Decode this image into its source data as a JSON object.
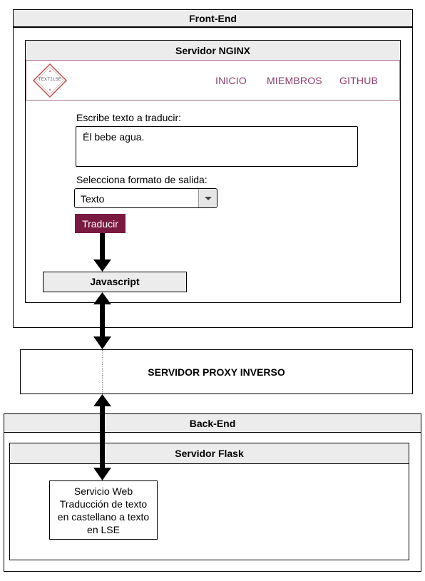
{
  "frontend": {
    "title": "Front-End"
  },
  "nginx": {
    "title": "Servidor NGINX"
  },
  "navbar": {
    "logo_text": "TEXT2LSE",
    "links": [
      "INICIO",
      "MIEMBROS",
      "GITHUB"
    ]
  },
  "form": {
    "input_label": "Escribe texto a traducir:",
    "input_value": "Él bebe agua.",
    "select_label": "Selecciona formato de salida:",
    "select_value": "Texto",
    "button_label": "Traducir"
  },
  "javascript": {
    "label": "Javascript"
  },
  "proxy": {
    "label": "SERVIDOR PROXY INVERSO"
  },
  "backend": {
    "title": "Back-End"
  },
  "flask": {
    "title": "Servidor Flask"
  },
  "webservice": {
    "line1": "Servicio Web",
    "line2": "Traducción de texto",
    "line3": "en castellano a texto",
    "line4": "en LSE"
  },
  "colors": {
    "accent": "#7b1a40",
    "nav_link": "#8c3c6c",
    "logo_border": "#c0504d",
    "header_bg": "#ececec"
  }
}
